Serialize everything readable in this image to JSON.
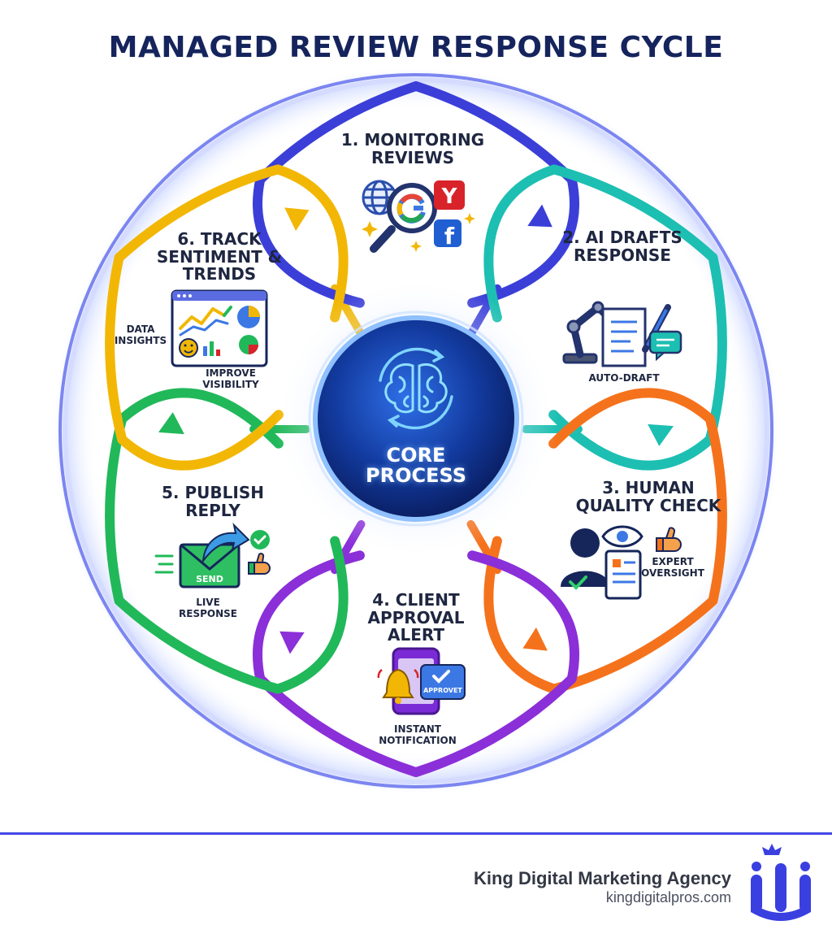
{
  "title": "MANAGED REVIEW RESPONSE CYCLE",
  "core": {
    "line1": "CORE",
    "line2": "PROCESS"
  },
  "stages": [
    {
      "title": "1. MONITORING REVIEWS",
      "captions": [],
      "color": "#3b3fd8",
      "icons": [
        "globe-icon",
        "magnifier-icon",
        "google-icon",
        "yelp-icon",
        "facebook-icon"
      ]
    },
    {
      "title": "2. AI DRAFTS RESPONSE",
      "captions": [
        "AUTO-DRAFT"
      ],
      "color": "#1dbfb2",
      "icons": [
        "robot-arm-icon",
        "document-icon",
        "pen-icon",
        "chat-bubble-icon"
      ]
    },
    {
      "title": "3. HUMAN QUALITY CHECK",
      "captions": [
        "EXPERT OVERSIGHT"
      ],
      "color": "#f5721c",
      "icons": [
        "person-icon",
        "eye-icon",
        "checklist-icon",
        "thumbs-up-icon"
      ]
    },
    {
      "title": "4. CLIENT APPROVAL ALERT",
      "captions": [
        "INSTANT NOTIFICATION"
      ],
      "color": "#8b2fd9",
      "icons": [
        "phone-icon",
        "bell-icon",
        "approve-badge-icon"
      ],
      "badge": "APPROVET"
    },
    {
      "title": "5. PUBLISH REPLY",
      "captions": [
        "LIVE RESPONSE"
      ],
      "color": "#21b85a",
      "icons": [
        "envelope-icon",
        "send-arrow-icon",
        "check-icon",
        "thumbs-up-icon"
      ],
      "badge": "SEND"
    },
    {
      "title": "6. TRACK SENTIMENT & TRENDS",
      "captions": [
        "DATA INSIGHTS",
        "IMPROVE VISIBILITY"
      ],
      "color": "#f2b705",
      "icons": [
        "dashboard-icon",
        "line-chart-icon",
        "pie-chart-icon",
        "emoji-icon"
      ]
    }
  ],
  "footer": {
    "brand": "King Digital Marketing Agency",
    "url": "kingdigitalpros.com",
    "logo_color": "#3a3fe0"
  }
}
